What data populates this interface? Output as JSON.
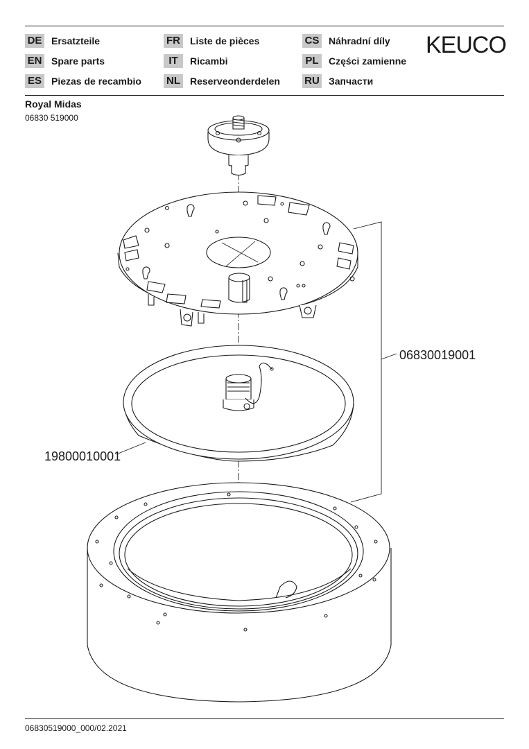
{
  "header": {
    "languages": [
      {
        "code": "DE",
        "label": "Ersatzteile"
      },
      {
        "code": "EN",
        "label": "Spare parts"
      },
      {
        "code": "ES",
        "label": "Piezas de recambio"
      },
      {
        "code": "FR",
        "label": "Liste de pièces"
      },
      {
        "code": "IT",
        "label": "Ricambi"
      },
      {
        "code": "NL",
        "label": "Reserveonderdelen"
      },
      {
        "code": "CS",
        "label": "Náhradní díly"
      },
      {
        "code": "PL",
        "label": "Części zamienne"
      },
      {
        "code": "RU",
        "label": "Запчасти"
      }
    ],
    "logo": "KEUCO"
  },
  "product": {
    "name": "Royal Midas",
    "number": "06830 519000"
  },
  "parts": [
    {
      "number": "06830019001"
    },
    {
      "number": "19800010001"
    }
  ],
  "footer": {
    "doc_id": "06830519000_000/02.2021"
  }
}
